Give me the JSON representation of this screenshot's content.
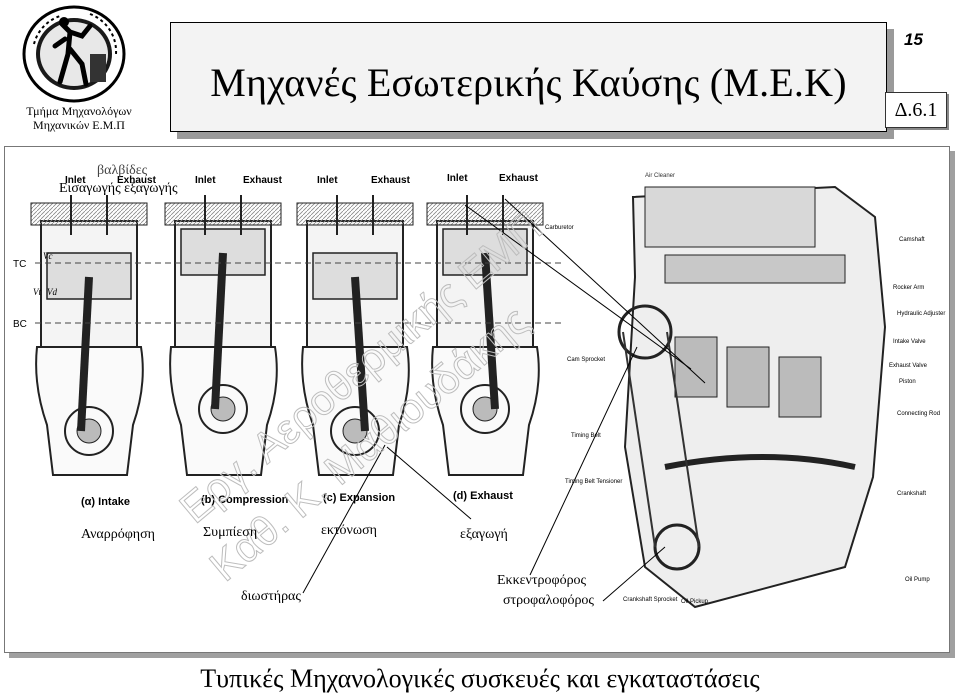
{
  "header": {
    "department_line1": "Τμήμα Μηχανολόγων",
    "department_line2": "Μηχανικών Ε.Μ.Π",
    "title": "Μηχανές Εσωτερικής Καύσης (Μ.Ε.Κ)",
    "page_number": "15",
    "section": "Δ.6.1"
  },
  "annotations": {
    "valves": "βαλβίδες",
    "intake_exhaust": "Εισαγωγής  εξαγωγής",
    "intake": "Αναρρόφηση",
    "compression": "Συμπίεση",
    "expansion": "εκτόνωση",
    "exhaust": "εξαγωγή",
    "piston": "διωστήρας",
    "camshaft": "Εκκεντροφόρος",
    "crankshaft": "στροφαλοφόρος"
  },
  "figure_labels": {
    "strokes": [
      "(α) Intake",
      "(b) Compression",
      "(c) Expansion",
      "(d) Exhaust"
    ],
    "inlet": "Inlet",
    "exhaust": "Exhaust",
    "tc": "TC",
    "bc": "BC",
    "vc": "Vc",
    "vt": "Vt",
    "vd": "Vd",
    "engine_parts": [
      "Air Cleaner",
      "Camshaft",
      "Carburetor",
      "Rocker Arm",
      "Hydraulic Adjuster",
      "Intake Valve",
      "Exhaust Valve",
      "Piston",
      "Connecting Rod",
      "Cam Sprocket",
      "Timing Belt",
      "Timing Belt Tensioner",
      "Crankshaft",
      "Oil Pump",
      "Crankshaft Sprocket",
      "Oil Pickup"
    ]
  },
  "watermark": [
    "Εργ. Αεροθερμικής ΕΜΠ",
    "Καθ. Κ. Μαθιουδάκης"
  ],
  "footer": "Τυπικές Μηχανολογικές συσκευές και εγκαταστάσεις"
}
